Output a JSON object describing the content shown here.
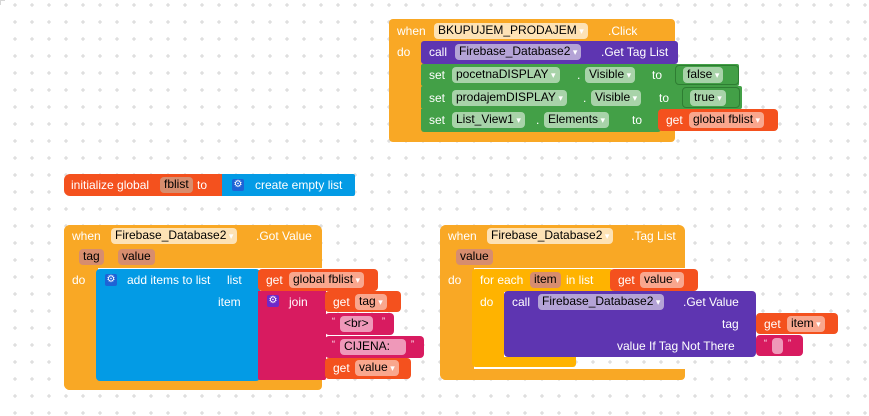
{
  "blocks": {
    "click_event": {
      "when": "when",
      "component": "BKUPUJEM_PRODAJEM",
      "event": ".Click",
      "do": "do",
      "call": "call",
      "call_component": "Firebase_Database2",
      "call_method": ".Get Tag List",
      "set_rows": [
        {
          "set": "set",
          "component": "pocetnaDISPLAY",
          "dot": ".",
          "property": "Visible",
          "to": "to",
          "value": "false"
        },
        {
          "set": "set",
          "component": "prodajemDISPLAY",
          "dot": ".",
          "property": "Visible",
          "to": "to",
          "value": "true"
        },
        {
          "set": "set",
          "component": "List_View1",
          "dot": ".",
          "property": "Elements",
          "to": "to",
          "get": "get",
          "value": "global fblist"
        }
      ]
    },
    "init_global": {
      "label": "initialize global",
      "name": "fblist",
      "to": "to",
      "value": "create empty list"
    },
    "got_value_event": {
      "when": "when",
      "component": "Firebase_Database2",
      "event": ".Got Value",
      "params": [
        "tag",
        "value"
      ],
      "do": "do",
      "add_items": "add items to list",
      "list_label": "list",
      "item_label": "item",
      "get": "get",
      "list_value": "global fblist",
      "join": "join",
      "join_items": [
        {
          "type": "get",
          "label": "get",
          "value": "tag"
        },
        {
          "type": "text",
          "value": "<br>"
        },
        {
          "type": "text",
          "value": "CIJENA: "
        },
        {
          "type": "get",
          "label": "get",
          "value": "value"
        }
      ],
      "quote_open": "“",
      "quote_close": "”"
    },
    "tag_list_event": {
      "when": "when",
      "component": "Firebase_Database2",
      "event": ".Tag List",
      "params": [
        "value"
      ],
      "do": "do",
      "for_each": "for each",
      "loop_var": "item",
      "in_list": "in list",
      "get": "get",
      "list_value": "value",
      "call": "call",
      "call_component": "Firebase_Database2",
      "call_method": ".Get Value",
      "tag_label": "tag",
      "tag_value": "item",
      "default_label": "value If Tag Not There",
      "default_value": "",
      "quote_open": "“",
      "quote_close": "”"
    }
  }
}
